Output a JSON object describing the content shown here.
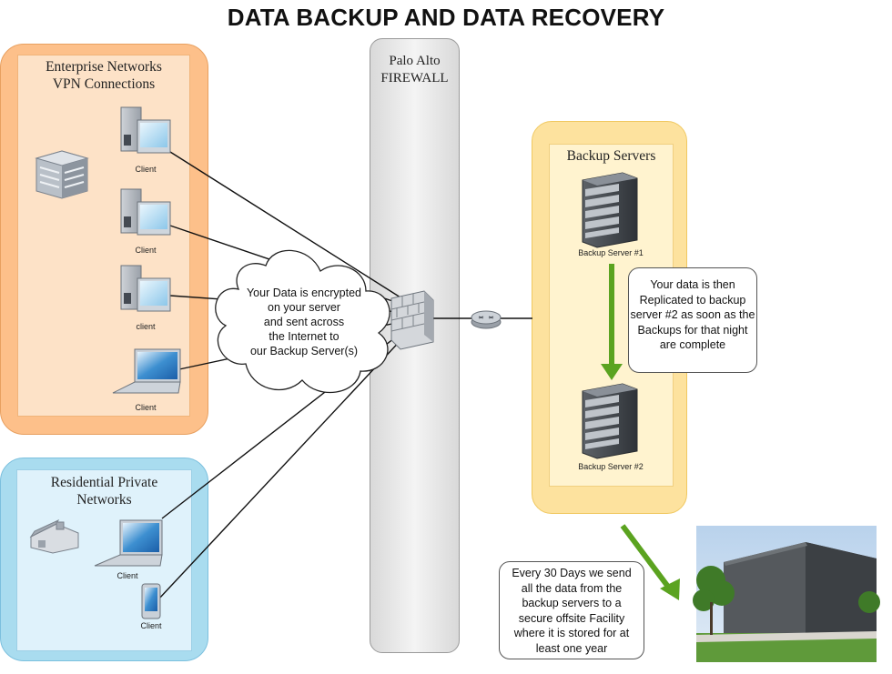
{
  "title": "DATA BACKUP AND DATA RECOVERY",
  "enterprise": {
    "label_line1": "Enterprise Networks",
    "label_line2": "VPN Connections",
    "clients": [
      "Client",
      "Client",
      "client",
      "Client"
    ]
  },
  "residential": {
    "label_line1": "Residential Private",
    "label_line2": "Networks",
    "clients": [
      "Client",
      "Client"
    ]
  },
  "cloud": {
    "lines": [
      "Your Data is encrypted",
      "on your server",
      "and sent across",
      "the Internet to",
      "our Backup Server(s)"
    ]
  },
  "firewall": {
    "label_line1": "Palo Alto",
    "label_line2": "FIREWALL"
  },
  "backup": {
    "label": "Backup Servers",
    "server1": "Backup Server #1",
    "server2": "Backup Server #2",
    "callout_lines": [
      "Your data is then",
      "Replicated to backup",
      "server #2 as soon as the",
      "Backups for that night",
      "are complete"
    ]
  },
  "offsite": {
    "callout_lines": [
      "Every 30 Days we send",
      "all the data from the",
      "backup servers to a",
      "secure offsite Facility",
      "where it is stored for at",
      "least one year"
    ]
  },
  "colors": {
    "enterprise_outer": "#fdc08a",
    "enterprise_inner": "#fde2c7",
    "residential_outer": "#a9dcef",
    "residential_inner": "#dff2fb",
    "backup_outer": "#fde29e",
    "backup_inner": "#fff3cf",
    "firewall": "#e8e8e8",
    "arrow_green": "#5ba320"
  }
}
